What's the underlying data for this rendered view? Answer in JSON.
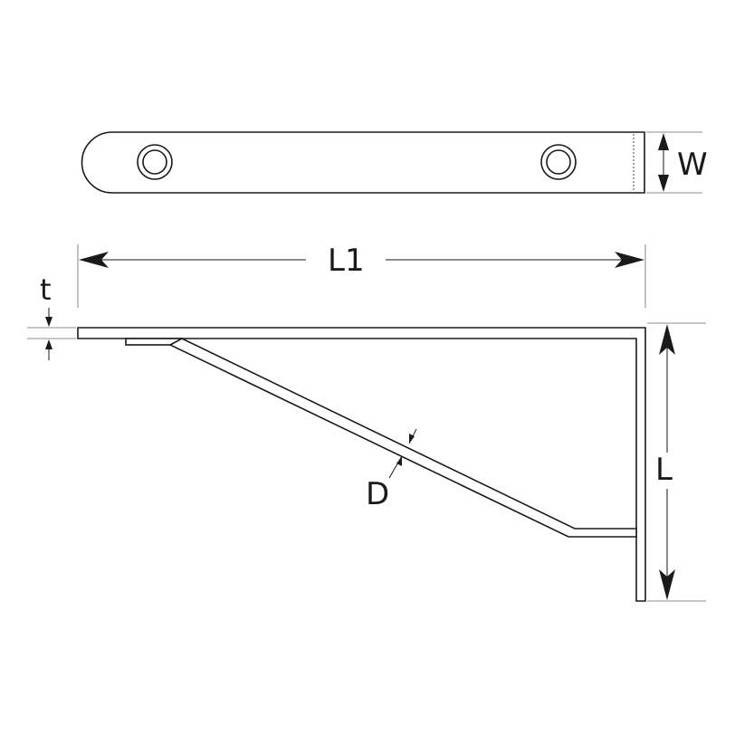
{
  "labels": {
    "width": "W",
    "overall_length": "L1",
    "thickness": "t",
    "diameter": "D",
    "height": "L"
  }
}
